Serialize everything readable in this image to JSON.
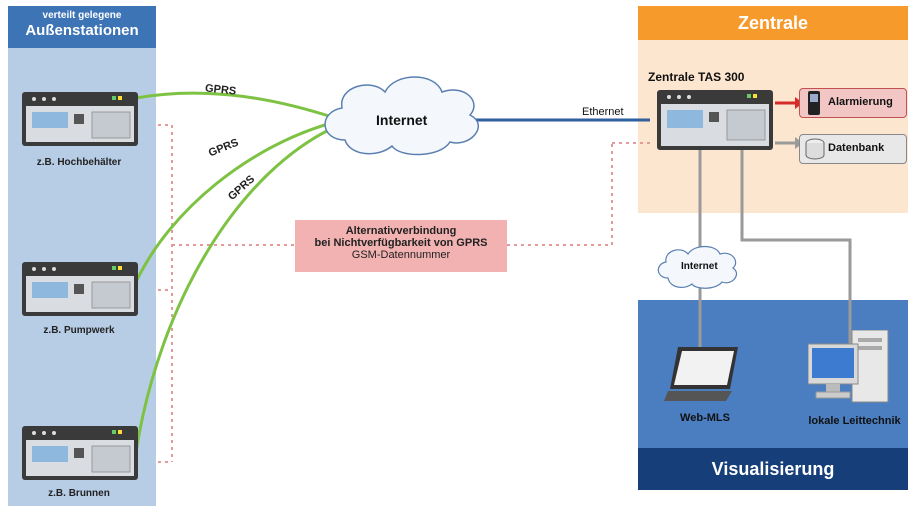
{
  "left_panel": {
    "header_line1": "verteilt gelegene",
    "header_line2": "Außenstationen",
    "stations": [
      {
        "label": "z.B. Hochbehälter"
      },
      {
        "label": "z.B. Pumpwerk"
      },
      {
        "label": "z.B. Brunnen"
      }
    ]
  },
  "links": {
    "gprs_labels": [
      "GPRS",
      "GPRS",
      "GPRS"
    ],
    "internet_cloud": "Internet",
    "ethernet": "Ethernet",
    "internet_small_cloud": "Internet"
  },
  "alternative": {
    "line1": "Alternativverbindung",
    "line2": "bei Nichtverfügbarkeit von GPRS",
    "line3": "GSM-Datennummer"
  },
  "zentrale": {
    "header": "Zentrale",
    "device_title": "Zentrale TAS 300",
    "alarm_label": "Alarmierung",
    "db_label": "Datenbank"
  },
  "visualisierung": {
    "bar": "Visualisierung",
    "web_label": "Web-MLS",
    "local_label": "lokale Leittechnik"
  },
  "colors": {
    "gprs_green": "#7dc242",
    "ethernet_blue": "#2f5f9e",
    "dotted_red": "#e49a9a",
    "alarm_red": "#d62b2b",
    "gray_line": "#9a9a9a",
    "zentrale_orange": "#f79a2c",
    "left_blue": "#3d74b6"
  }
}
